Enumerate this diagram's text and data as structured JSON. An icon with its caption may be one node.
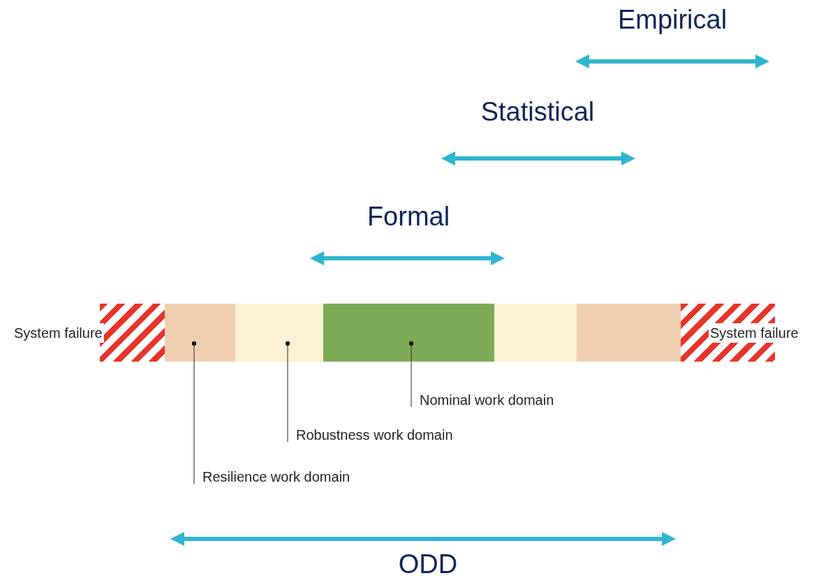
{
  "diagram": {
    "nodes": [
      {
        "text": [
          "System failure"
        ]
      },
      {
        "text": [],
        "shape": "bar"
      },
      {
        "text": [],
        "shape": "bar"
      },
      {
        "text": [],
        "shape": "bar"
      },
      {
        "text": [],
        "shape": "bar"
      },
      {
        "text": [],
        "shape": "bar"
      },
      {
        "text": [
          "System failure"
        ]
      },
      {
        "text": [
          "Nominal work domain"
        ]
      },
      {
        "text": [
          "Robustness work domain"
        ]
      },
      {
        "text": [
          "Resilience work domain"
        ]
      }
    ],
    "edges": [
      {
        "from": 7,
        "to": 3,
        "arrow": "other"
      },
      {
        "from": 8,
        "to": 2,
        "arrow": "other"
      },
      {
        "from": 9,
        "to": 1,
        "arrow": "other"
      }
    ],
    "labels": [
      "Empirical",
      "Statistical",
      "Formal",
      "ODD"
    ]
  }
}
